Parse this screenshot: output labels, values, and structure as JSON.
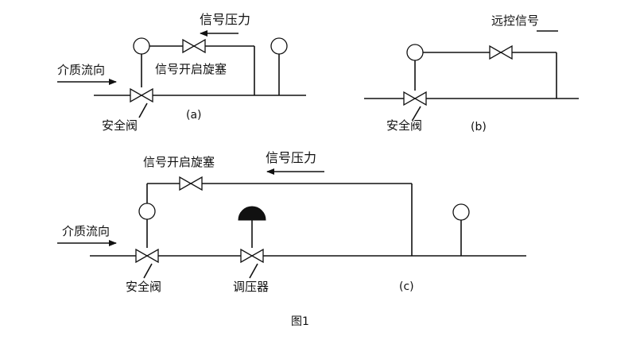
{
  "diagram_a": {
    "signal_pressure": "信号压力",
    "signal_plug_valve": "信号开启旋塞",
    "medium_flow": "介质流向",
    "safety_valve": "安全阀",
    "caption": "(a)"
  },
  "diagram_b": {
    "remote_signal": "远控信号",
    "safety_valve": "安全阀",
    "caption": "(b)"
  },
  "diagram_c": {
    "signal_plug_valve": "信号开启旋塞",
    "signal_pressure": "信号压力",
    "medium_flow": "介质流向",
    "safety_valve": "安全阀",
    "regulator": "调压器",
    "caption": "(c)"
  },
  "figure_caption": "图1"
}
